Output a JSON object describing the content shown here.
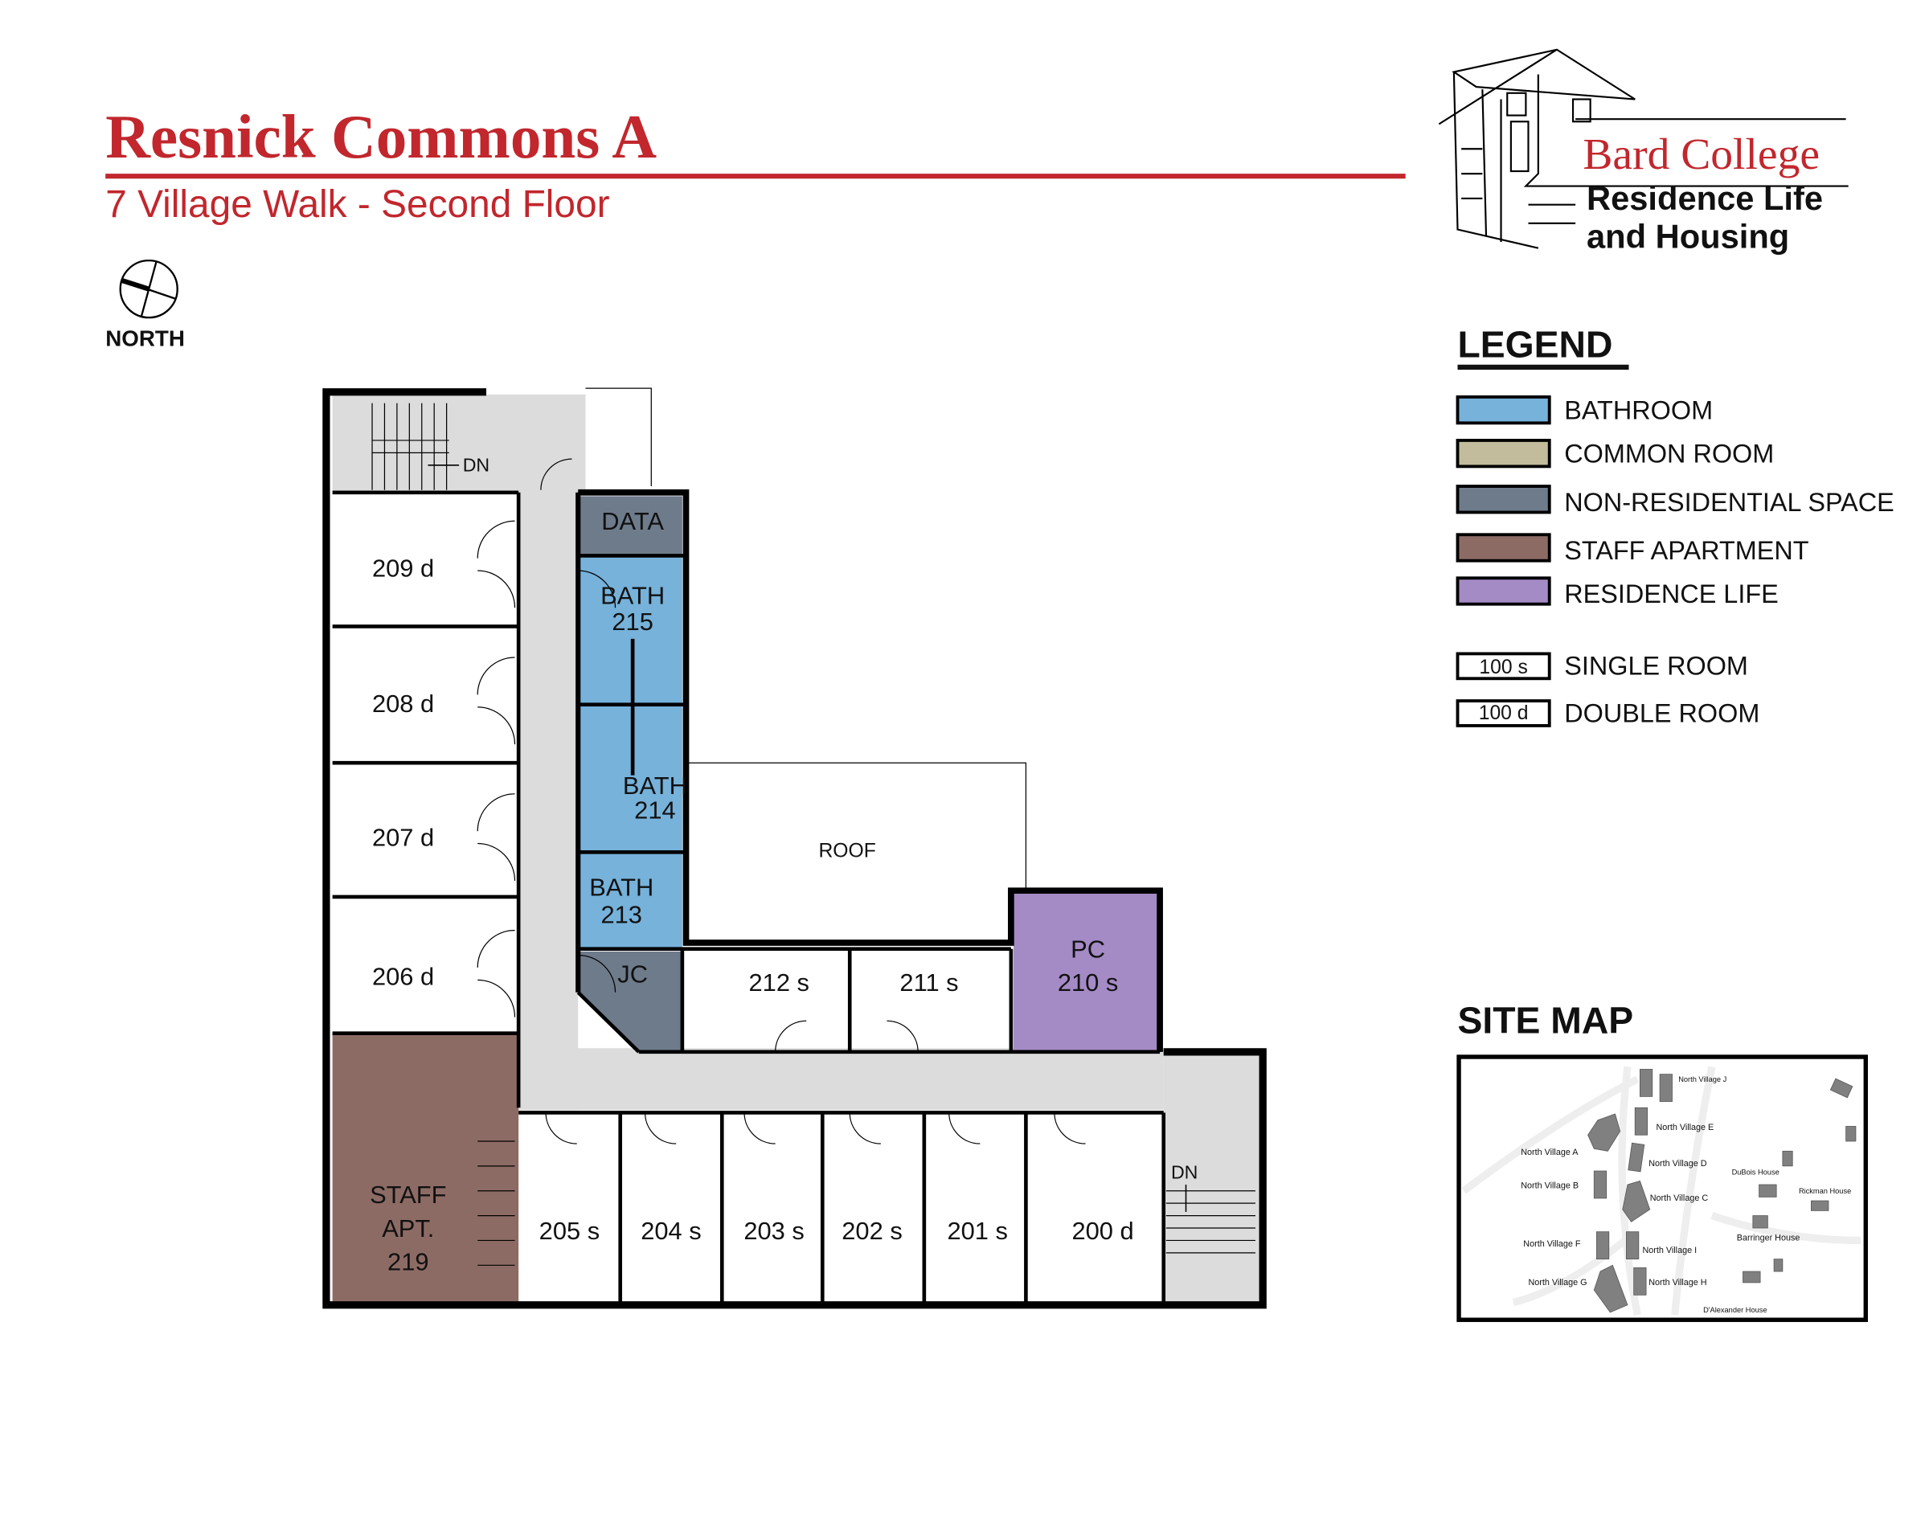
{
  "header": {
    "title": "Resnick Commons A",
    "subtitle": "7 Village Walk - Second Floor",
    "north_label": "NORTH"
  },
  "logo": {
    "line1": "Bard College",
    "line2": "Residence Life",
    "line3": "and Housing"
  },
  "colors": {
    "brand_red": "#c1272d",
    "bathroom": "#76b2da",
    "common_room": "#c3bc9c",
    "non_residential": "#6e7b8b",
    "staff_apartment": "#8d6b65",
    "residence_life": "#a48bc5",
    "corridor": "#dcdcdc"
  },
  "legend": {
    "title": "LEGEND",
    "items": [
      {
        "label": "BATHROOM"
      },
      {
        "label": "COMMON ROOM"
      },
      {
        "label": "NON-RESIDENTIAL SPACE"
      },
      {
        "label": "STAFF APARTMENT"
      },
      {
        "label": "RESIDENCE LIFE"
      }
    ],
    "room_types": [
      {
        "code": "100 s",
        "label": "SINGLE ROOM"
      },
      {
        "code": "100 d",
        "label": "DOUBLE ROOM"
      }
    ]
  },
  "floorplan": {
    "dn_top": "DN",
    "dn_right": "DN",
    "roof": "ROOF",
    "data": "DATA",
    "bath215": "BATH",
    "bath215_num": "215",
    "bath214": "BATH",
    "bath214_num": "214",
    "bath213": "BATH",
    "bath213_num": "213",
    "jc": "JC",
    "rooms_left": [
      "209 d",
      "208 d",
      "207 d",
      "206 d"
    ],
    "staff": [
      "STAFF",
      "APT.",
      "219"
    ],
    "rooms_mid": [
      "212 s",
      "211 s"
    ],
    "pc": [
      "PC",
      "210 s"
    ],
    "rooms_bottom": [
      "205 s",
      "204 s",
      "203 s",
      "202 s",
      "201 s",
      "200 d"
    ]
  },
  "site_map": {
    "title": "SITE MAP",
    "labels": [
      "North Village J",
      "North Village E",
      "North Village A",
      "North Village D",
      "North Village B",
      "North Village C",
      "North Village F",
      "North Village I",
      "North Village G",
      "North Village H",
      "DuBois House",
      "Rickman House",
      "Barringer House",
      "D'Alexander House"
    ]
  }
}
